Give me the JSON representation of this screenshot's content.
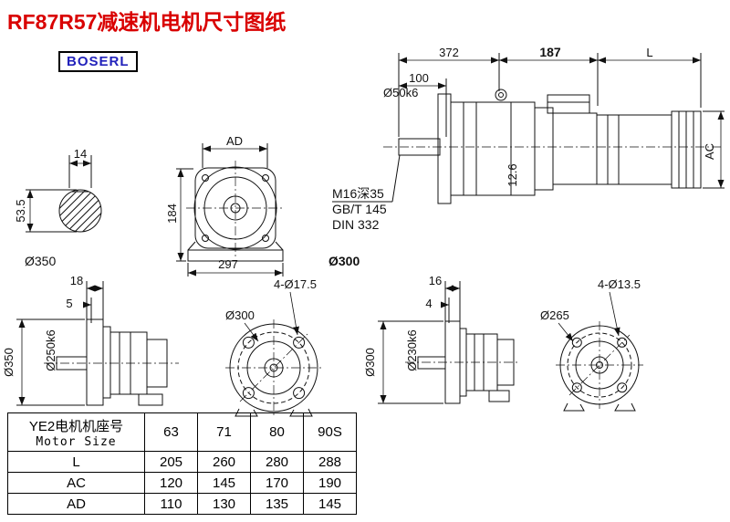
{
  "title": "RF87R57减速机电机尺寸图纸",
  "logo": "BOSERL",
  "colors": {
    "title": "#d90000",
    "logo": "#2222bb",
    "line": "#111111"
  },
  "views": {
    "assembly": {
      "d372": "372",
      "d187": "187",
      "dL": "L",
      "d100": "100",
      "shaft": "Ø50k6",
      "ac": "AC",
      "d126": "12.6",
      "note1": "M16深35",
      "note2": "GB/T 145",
      "note3": "DIN 332"
    },
    "shaft_section": {
      "w14": "14",
      "h535": "53.5",
      "d350": "Ø350"
    },
    "front": {
      "ad": "AD",
      "h184": "184",
      "w297": "297",
      "d300": "Ø300"
    },
    "side_b5": {
      "t18": "18",
      "t5": "5",
      "d350": "Ø350",
      "d250": "Ø250k6"
    },
    "flange_b5": {
      "holes": "4-Ø17.5",
      "d300": "Ø300"
    },
    "side_b14": {
      "t16": "16",
      "t4": "4",
      "d300": "Ø300",
      "d230": "Ø230k6"
    },
    "flange_b14": {
      "holes": "4-Ø13.5",
      "d265": "Ø265"
    }
  },
  "table": {
    "header_cn": "YE2电机机座号",
    "header_en": "Motor Size",
    "sizes": [
      "63",
      "71",
      "80",
      "90S"
    ],
    "rows": [
      {
        "label": "L",
        "values": [
          "205",
          "260",
          "280",
          "288"
        ]
      },
      {
        "label": "AC",
        "values": [
          "120",
          "145",
          "170",
          "190"
        ]
      },
      {
        "label": "AD",
        "values": [
          "110",
          "130",
          "135",
          "145"
        ]
      }
    ]
  }
}
